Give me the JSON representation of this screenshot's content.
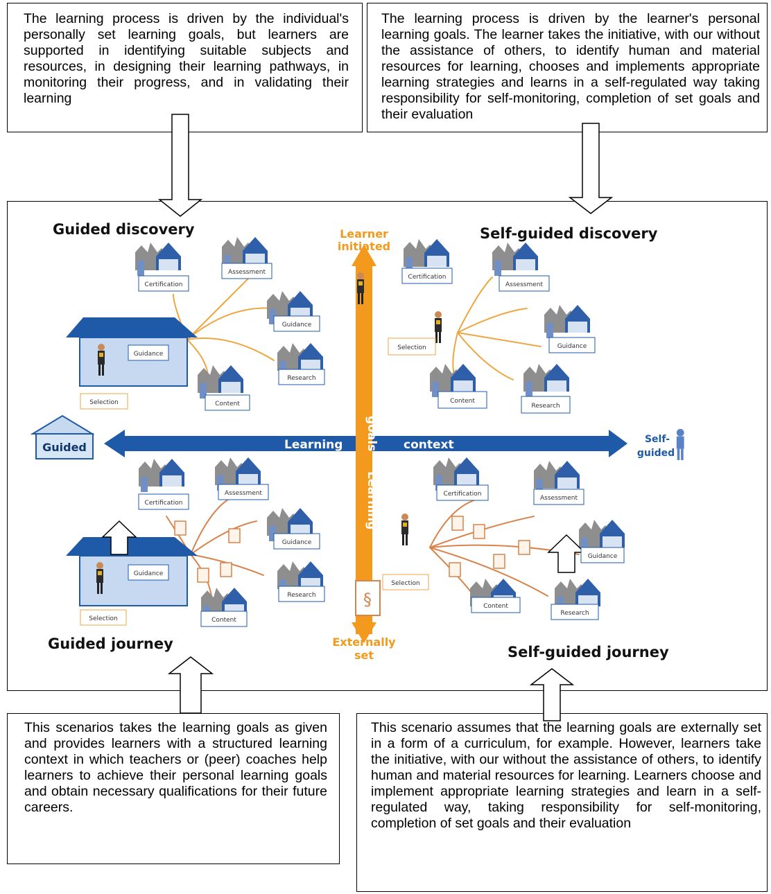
{
  "texts": {
    "top_left": "The learning process is driven by the individual's personally set learning goals, but learners are supported in identifying suitable subjects and resources, in designing their learning pathways, in monitoring their progress, and in validating their learning",
    "top_right": "The learning process is driven by the learner's personal learning goals. The learner takes the initiative, with our without the assistance of others, to identify human and material resources for learning, chooses and implements appropriate learning strategies and learns in a self-regulated way taking responsibility for self-monitoring, completion of set goals and their evaluation",
    "bottom_left": "This scenarios takes the learning goals as given and provides learners with a structured learning context in which teachers or (peer) coaches help learners to achieve their personal learning goals and obtain necessary qualifications for their future careers.",
    "bottom_right": "This scenario assumes that the learning goals are externally set in a form of a curriculum, for example. However, learners take the initiative, with our without the assistance of others, to identify human and material resources for learning. Learners choose and implement appropriate learning strategies and learn in a self-regulated way, taking responsibility for self-monitoring, completion of set goals and their evaluation"
  },
  "quadrants": {
    "top_left": "Guided discovery",
    "top_right": "Self-guided discovery",
    "bottom_left": "Guided journey",
    "bottom_right": "Self-guided journey"
  },
  "axes": {
    "horizontal_left": "Learning",
    "horizontal_right": "context",
    "vertical_upper": "goals",
    "vertical_lower": "Learning",
    "top_line1": "Learner",
    "top_line2": "initiated",
    "bottom_line1": "Externally",
    "bottom_line2": "set",
    "left_end": "Guided",
    "right_end_line1": "Self-",
    "right_end_line2": "guided",
    "section_symbol": "§"
  },
  "resources": {
    "certification": "Certification",
    "assessment": "Assessment",
    "guidance": "Guidance",
    "research": "Research",
    "content": "Content",
    "selection": "Selection"
  },
  "colors": {
    "orange": "#f39a1e",
    "blue": "#1f5aa8",
    "navy": "#11356f",
    "arrow_fill": "#ffffff"
  }
}
